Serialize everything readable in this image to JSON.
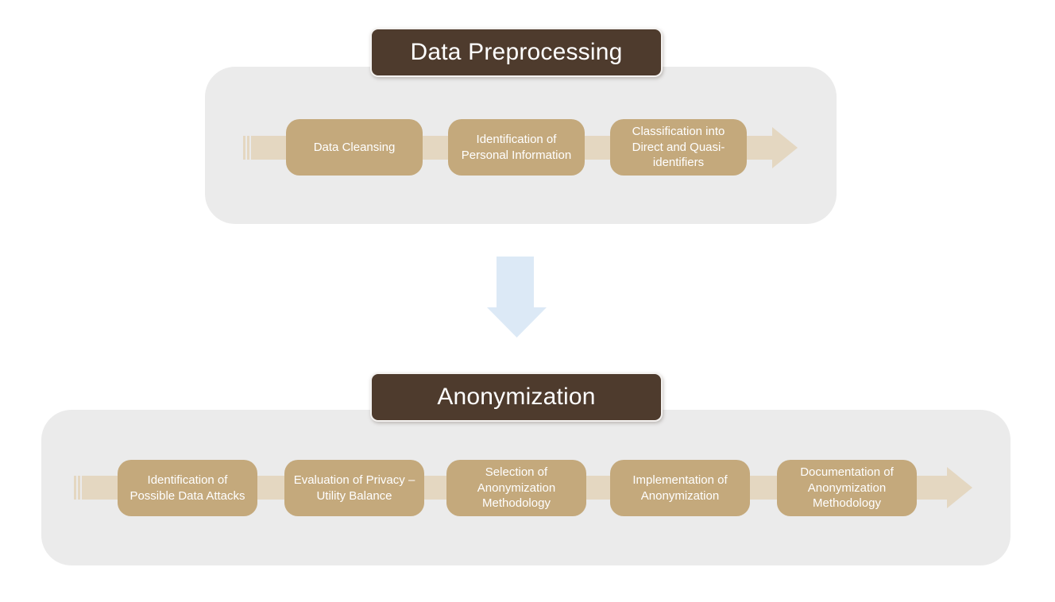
{
  "diagram": {
    "sections": [
      {
        "title": "Data Preprocessing",
        "steps": [
          "Data Cleansing",
          "Identification of Personal Information",
          "Classification into Direct and Quasi-identifiers"
        ]
      },
      {
        "title": "Anonymization",
        "steps": [
          "Identification of Possible Data Attacks",
          "Evaluation of Privacy – Utility Balance",
          "Selection of Anonymization Methodology",
          "Implementation of Anonymization",
          "Documentation of Anonymization Methodology"
        ]
      }
    ],
    "colors": {
      "header_bg": "#4e3b2d",
      "step_bg": "#c4a97c",
      "arrow_band": "#e4d7c1",
      "panel_bg": "#ebebeb",
      "down_arrow": "#dce9f6",
      "text": "#ffffff"
    }
  }
}
